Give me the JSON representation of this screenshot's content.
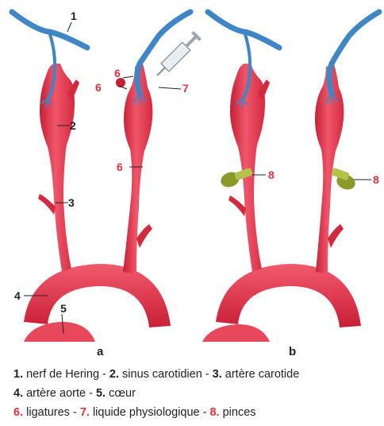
{
  "panels": {
    "a": {
      "label": "a"
    },
    "b": {
      "label": "b"
    }
  },
  "callouts": {
    "n1": "1",
    "n2": "2",
    "n3": "3",
    "n4": "4",
    "n5": "5",
    "n6_top": "6",
    "n6_left": "6",
    "n6_mid": "6",
    "n7": "7",
    "n8_left": "8",
    "n8_right": "8"
  },
  "legend": {
    "line1": [
      {
        "num": "1.",
        "text": " nerf de Hering - "
      },
      {
        "num": "2.",
        "text": " sinus carotidien - "
      },
      {
        "num": "3.",
        "text": " artère carotide"
      }
    ],
    "line2": [
      {
        "num": "4.",
        "text": " artère aorte - "
      },
      {
        "num": "5.",
        "text": " cœur"
      }
    ],
    "line3": [
      {
        "num": "6.",
        "text": " ligatures - "
      },
      {
        "num": "7.",
        "text": " liquide physiologique - "
      },
      {
        "num": "8.",
        "text": " pinces"
      }
    ]
  },
  "colors": {
    "artery": "#e8364a",
    "artery_dark": "#c71f35",
    "nerve": "#3f86c6",
    "clamp": "#8a9a2a",
    "label_red": "#e8303f",
    "label_black": "#222222"
  }
}
